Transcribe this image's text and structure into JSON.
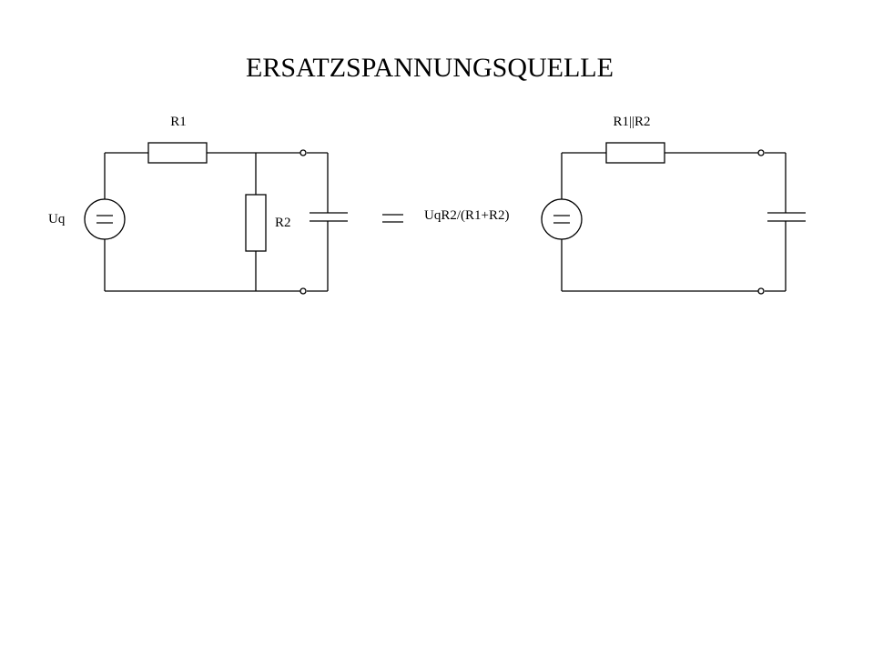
{
  "diagram": {
    "title": "ERSATZSPANNUNGSQUELLE",
    "left_circuit": {
      "resistor_series_label": "R1",
      "resistor_shunt_label": "R2",
      "source_label": "Uq"
    },
    "equals_symbol": "=",
    "right_circuit": {
      "resistor_series_label": "R1||R2",
      "source_label": "UqR2/(R1+R2)"
    },
    "colors": {
      "line": "#000000",
      "background": "#ffffff"
    }
  }
}
